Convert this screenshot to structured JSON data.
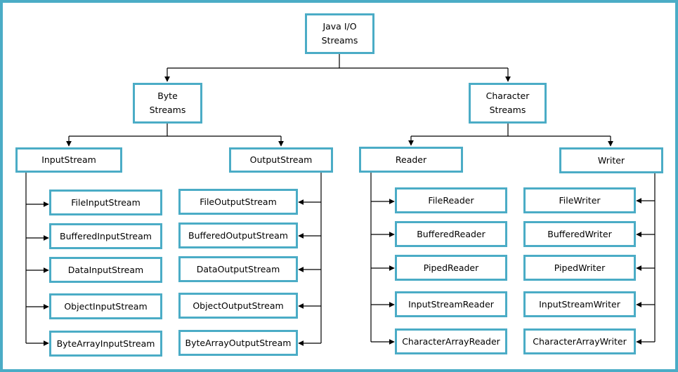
{
  "colors": {
    "box_border": "#4BACC6",
    "line": "#000000",
    "background": "#ffffff"
  },
  "root": {
    "line1": "Java I/O",
    "line2": "Streams"
  },
  "byte_streams": {
    "line1": "Byte",
    "line2": "Streams"
  },
  "character_streams": {
    "line1": "Character",
    "line2": "Streams"
  },
  "input_stream": {
    "label": "InputStream",
    "children": [
      "FileInputStream",
      "BufferedInputStream",
      "DataInputStream",
      "ObjectInputStream",
      "ByteArrayInputStream"
    ]
  },
  "output_stream": {
    "label": "OutputStream",
    "children": [
      "FileOutputStream",
      "BufferedOutputStream",
      "DataOutputStream",
      "ObjectOutputStream",
      "ByteArrayOutputStream"
    ]
  },
  "reader": {
    "label": "Reader",
    "children": [
      "FileReader",
      "BufferedReader",
      "PipedReader",
      "InputStreamReader",
      "CharacterArrayReader"
    ]
  },
  "writer": {
    "label": "Writer",
    "children": [
      "FileWriter",
      "BufferedWriter",
      "PipedWriter",
      "InputStreamWriter",
      "CharacterArrayWriter"
    ]
  }
}
